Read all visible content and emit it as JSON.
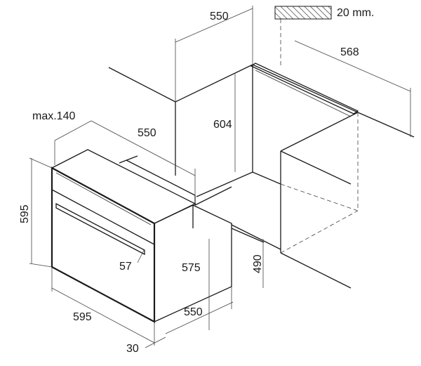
{
  "legend": {
    "swatch_label": "20 mm."
  },
  "dimensions": {
    "max_depth": "max.140",
    "oven_width_top": "550",
    "niche_width_top": "550",
    "niche_depth": "568",
    "niche_height": "604",
    "oven_height": "595",
    "oven_width_front": "595",
    "offset": "57",
    "inner_height": "575",
    "cabinet_height": "490",
    "cabinet_width": "550",
    "front_depth": "30"
  }
}
